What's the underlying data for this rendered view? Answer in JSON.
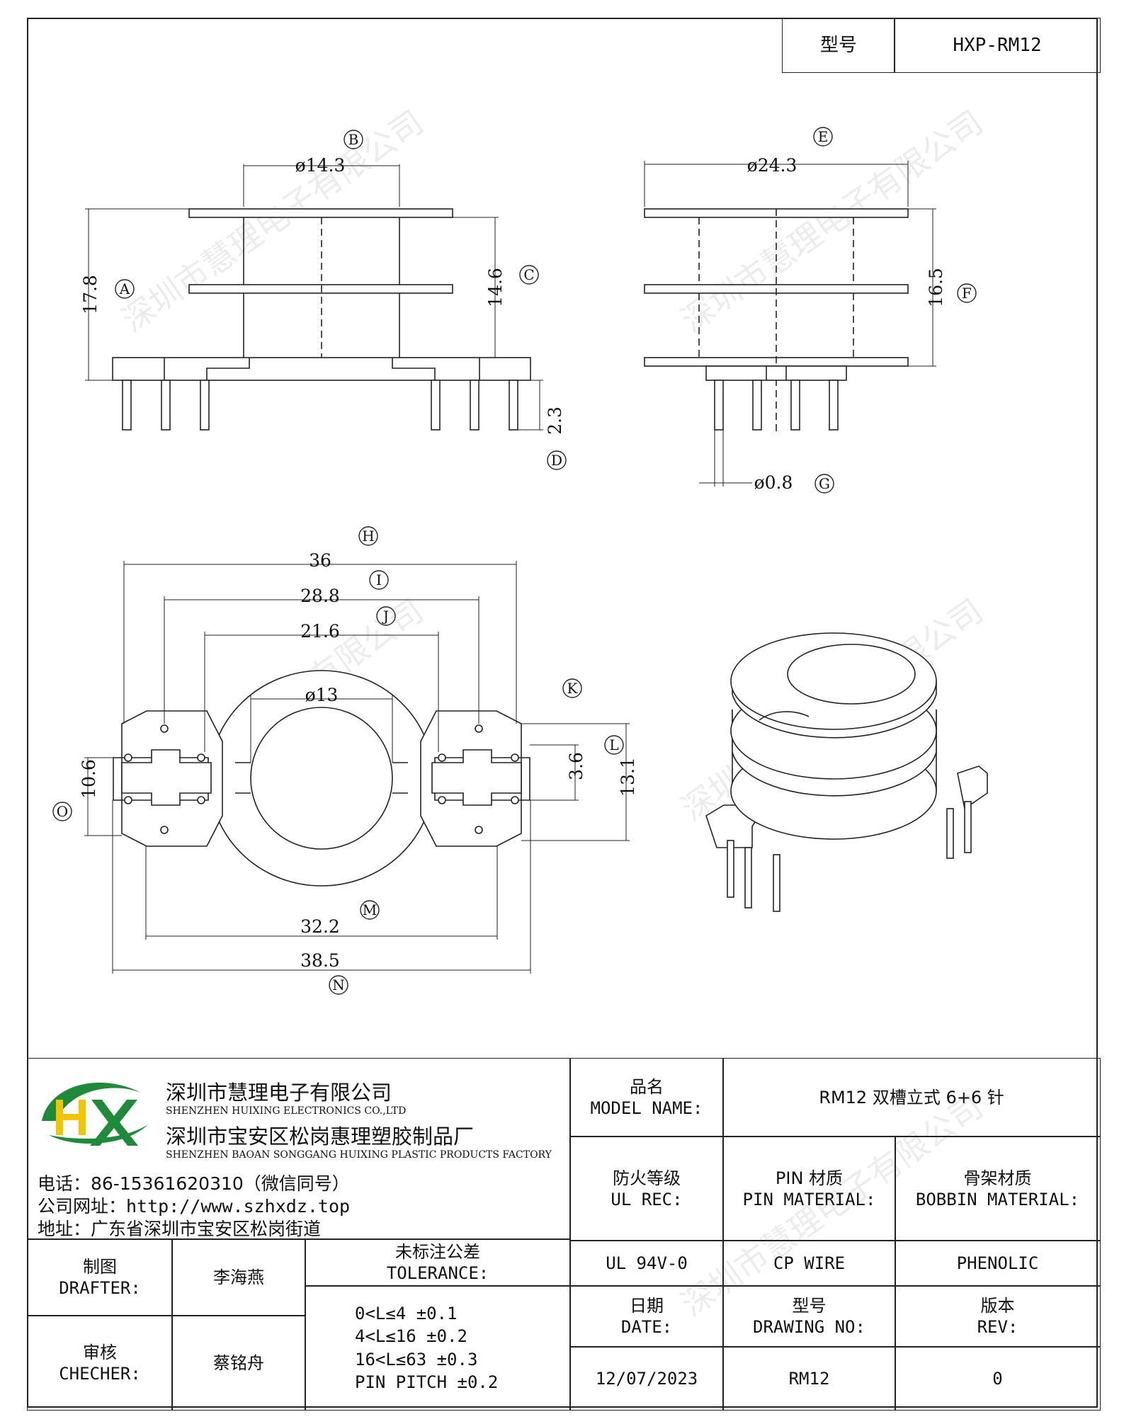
{
  "header": {
    "model_label": "型号",
    "model_value": "HXP-RM12"
  },
  "drawing": {
    "side_view_left": {
      "dim_b": "ø14.3",
      "mark_b": "B",
      "dim_a": "17.8",
      "mark_a": "A",
      "dim_c": "14.6",
      "mark_c": "C",
      "dim_d": "2.3",
      "mark_d": "D"
    },
    "side_view_right": {
      "dim_e": "ø24.3",
      "mark_e": "E",
      "dim_f": "16.5",
      "mark_f": "F",
      "dim_g": "ø0.8",
      "mark_g": "G"
    },
    "top_view": {
      "dim_h": "36",
      "mark_h": "H",
      "dim_i": "28.8",
      "mark_i": "I",
      "dim_j": "21.6",
      "mark_j": "J",
      "dim_core": "ø13",
      "dim_k": "3.6",
      "mark_k": "K",
      "dim_l": "13.1",
      "mark_l": "L",
      "dim_o": "10.6",
      "mark_o": "O",
      "dim_m": "32.2",
      "mark_m": "M",
      "dim_n": "38.5",
      "mark_n": "N"
    },
    "watermark": "深圳市慧理电子有限公司"
  },
  "company": {
    "name_cn": "深圳市慧理电子有限公司",
    "name_en": "SHENZHEN HUIXING ELECTRONICS CO.,LTD",
    "factory_cn": "深圳市宝安区松岗惠理塑胶制品厂",
    "factory_en": "SHENZHEN BAOAN SONGGANG HUIXING PLASTIC PRODUCTS FACTORY",
    "phone": "电话：86-15361620310（微信同号）",
    "website": "公司网址：http://www.szhxdz.top",
    "address": "地址：广东省深圳市宝安区松岗街道",
    "logo_text": "HX",
    "colors": {
      "green": "#1f8a3a",
      "yellow": "#f2c500"
    }
  },
  "title_block": {
    "model_name_cn": "品名",
    "model_name_en": "MODEL NAME:",
    "model_name_value": "RM12 双槽立式 6+6 针",
    "flame_cn": "防火等级",
    "flame_en": "UL REC:",
    "pin_material_cn": "PIN 材质",
    "pin_material_en": "PIN MATERIAL:",
    "bobbin_material_cn": "骨架材质",
    "bobbin_material_en": "BOBBIN MATERIAL:",
    "flame_value": "UL 94V-0",
    "pin_material_value": "CP WIRE",
    "bobbin_material_value": "PHENOLIC",
    "drafter_cn": "制图",
    "drafter_en": "DRAFTER:",
    "drafter_name": "李海燕",
    "tolerance_cn": "未标注公差",
    "tolerance_en": "TOLERANCE:",
    "checker_cn": "审核",
    "checker_en": "CHECHER:",
    "checker_name": "蔡铭舟",
    "tolerances": [
      "0<L≤4   ±0.1",
      "4<L≤16  ±0.2",
      "16<L≤63  ±0.3",
      "PIN PITCH  ±0.2"
    ],
    "date_cn": "日期",
    "date_en": "DATE:",
    "drawing_no_cn": "型号",
    "drawing_no_en": "DRAWING NO:",
    "rev_cn": "版本",
    "rev_en": "REV:",
    "date_value": "12/07/2023",
    "drawing_no_value": "RM12",
    "rev_value": "0"
  }
}
